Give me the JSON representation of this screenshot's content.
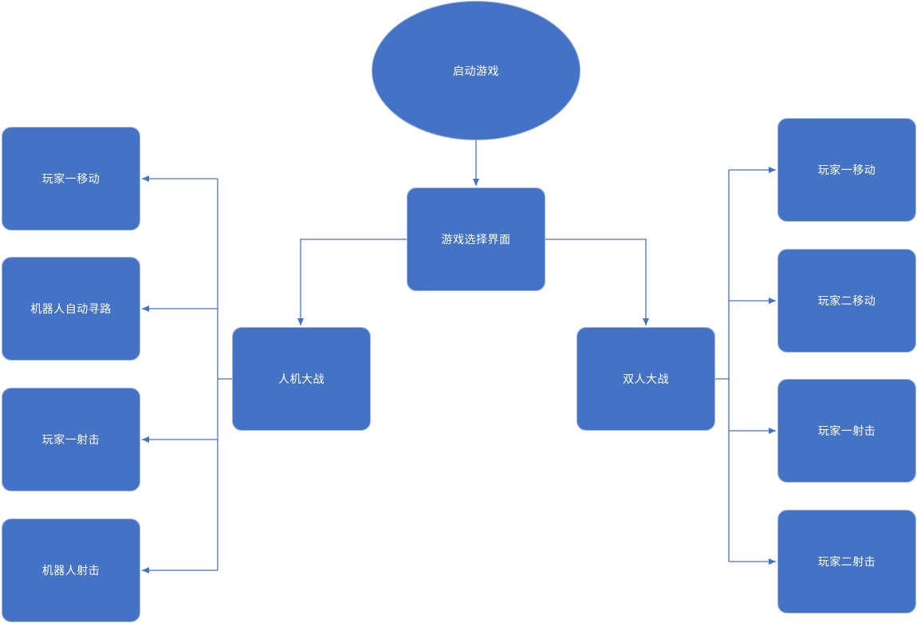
{
  "colors": {
    "node_fill": "#4472C4",
    "node_text": "#ffffff",
    "connector": "#4472C4"
  },
  "nodes": {
    "start": "启动游戏",
    "menu": "游戏选择界面",
    "pve": "人机大战",
    "pvp": "双人大战",
    "pve_children": [
      "玩家一移动",
      "机器人自动寻路",
      "玩家一射击",
      "机器人射击"
    ],
    "pvp_children": [
      "玩家一移动",
      "玩家二移动",
      "玩家一射击",
      "玩家二射击"
    ]
  }
}
